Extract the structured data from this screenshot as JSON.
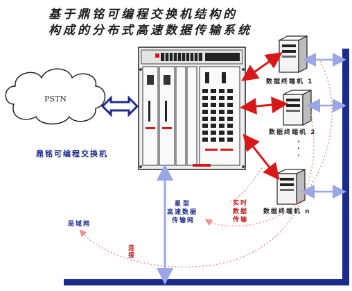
{
  "title": {
    "line1": "基于鼎铭可编程交换机结构的",
    "line2": "构成的分布式高速数据传输系统"
  },
  "pstn_label": "PSTN",
  "switch_label": "鼎铭可编程交换机",
  "terminals": [
    {
      "label": "数据终端机 1"
    },
    {
      "label": "数据终端机 2"
    },
    {
      "label": "数据终端机 n"
    }
  ],
  "ellipsis": "·\n·\n·",
  "star_network": {
    "line1": "星型",
    "line2": "高速数据",
    "line3": "传输网"
  },
  "realtime": {
    "line1": "实时",
    "line2": "数据",
    "line3": "传输"
  },
  "lan_label": "局域网",
  "connect_label": "连接",
  "colors": {
    "bus": "#1c2a8c",
    "link_blue": "#9aa6e6",
    "link_red": "#d81818",
    "dotted": "#f09090"
  }
}
